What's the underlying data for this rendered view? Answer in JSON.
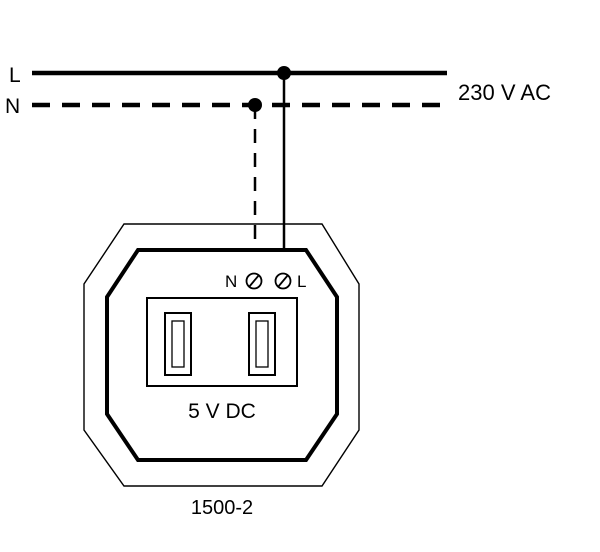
{
  "lines": {
    "live_label": "L",
    "neutral_label": "N",
    "supply_label": "230 V AC"
  },
  "terminals": {
    "neutral_label": "N",
    "live_label": "L"
  },
  "device": {
    "output_label": "5 V DC",
    "model_label": "1500-2"
  },
  "colors": {
    "stroke": "#000000",
    "background": "#ffffff"
  },
  "icons": {
    "terminal_screw": "screw-terminal-icon",
    "usb_port": "usb-port-icon"
  }
}
